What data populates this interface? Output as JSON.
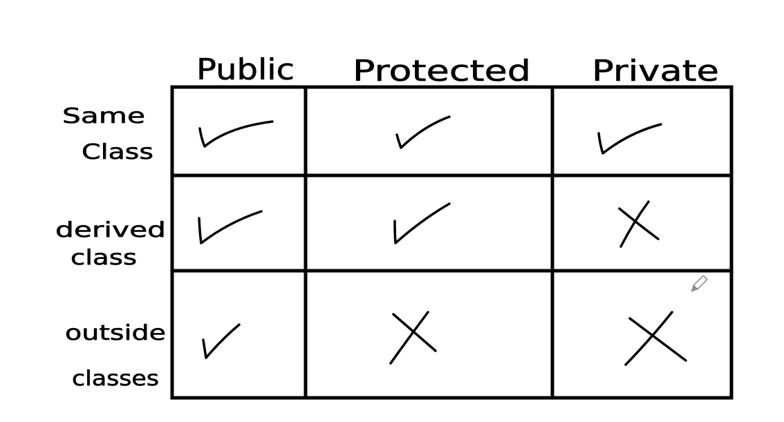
{
  "columns": [
    {
      "label": "Public"
    },
    {
      "label": "Protected"
    },
    {
      "label": "Private"
    }
  ],
  "rows": [
    {
      "line1": "Same",
      "line2": "Class",
      "marks": [
        "check",
        "check",
        "check"
      ]
    },
    {
      "line1": "derived",
      "line2": "class",
      "marks": [
        "check",
        "check",
        "cross"
      ]
    },
    {
      "line1": "outside",
      "line2": "classes",
      "marks": [
        "check",
        "cross",
        "cross"
      ]
    }
  ],
  "cursor_icon": "pencil-icon"
}
